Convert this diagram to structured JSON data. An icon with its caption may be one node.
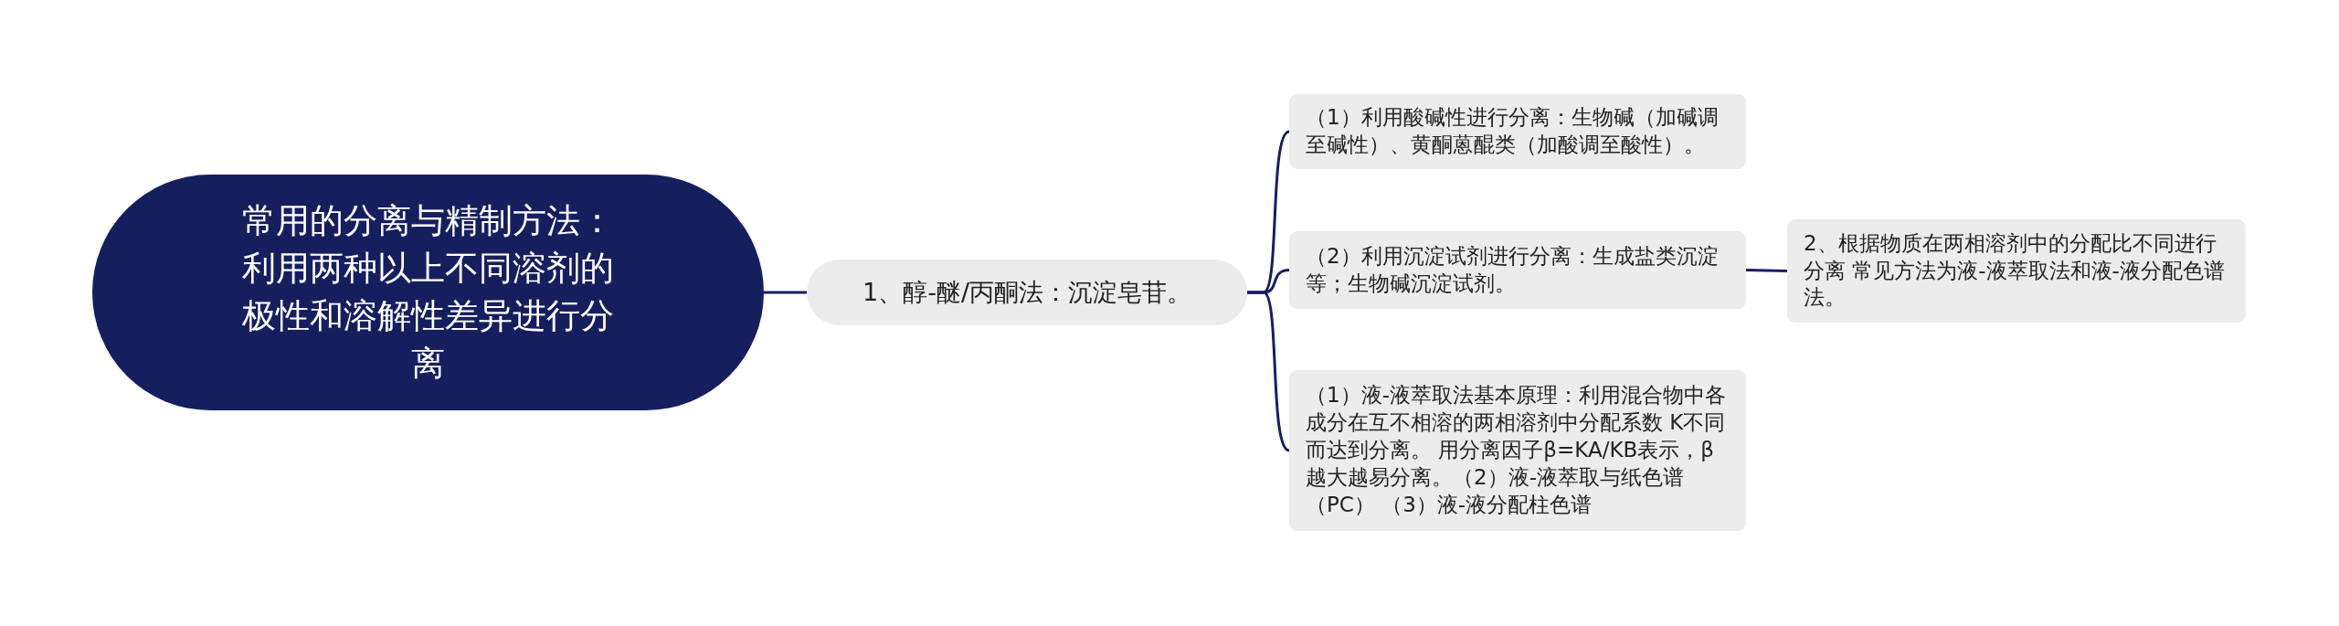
{
  "diagram": {
    "nodes": [
      {
        "text": [
          "常用的分离与精制方法：利用两种以上不同溶剂的极性和溶解性差异进行分离"
        ]
      },
      {
        "text": [
          "1、醇-醚/丙酮法：沉淀皂苷。"
        ]
      },
      {
        "text": [
          "（1）利用酸碱性进行分离：生物碱（加碱调至碱性）、黄酮蒽醌类（加酸调至酸性）。"
        ]
      },
      {
        "text": [
          "（2）利用沉淀试剂进行分离：生成盐类沉淀等；生物碱沉淀试剂。"
        ]
      },
      {
        "text": [
          "（1）液-液萃取法基本原理：利用混合物中各成分在互不相溶的两相溶剂中分配系数 K不同而达到分离。 用分离因子β=KA/KB表示，β越大越易分离。（2）液-液萃取与纸色谱（PC） （3）液-液分配柱色谱"
        ]
      },
      {
        "text": [
          "2、根据物质在两相溶剂中的分配比不同进行分离 常见方法为液-液萃取法和液-液分配色谱法。"
        ]
      }
    ],
    "edges": [
      {
        "from": 0,
        "to": 1,
        "arrow": "none"
      },
      {
        "from": 1,
        "to": 2,
        "arrow": "none"
      },
      {
        "from": 1,
        "to": 3,
        "arrow": "none"
      },
      {
        "from": 1,
        "to": 4,
        "arrow": "none"
      },
      {
        "from": 3,
        "to": 5,
        "arrow": "none"
      }
    ]
  }
}
